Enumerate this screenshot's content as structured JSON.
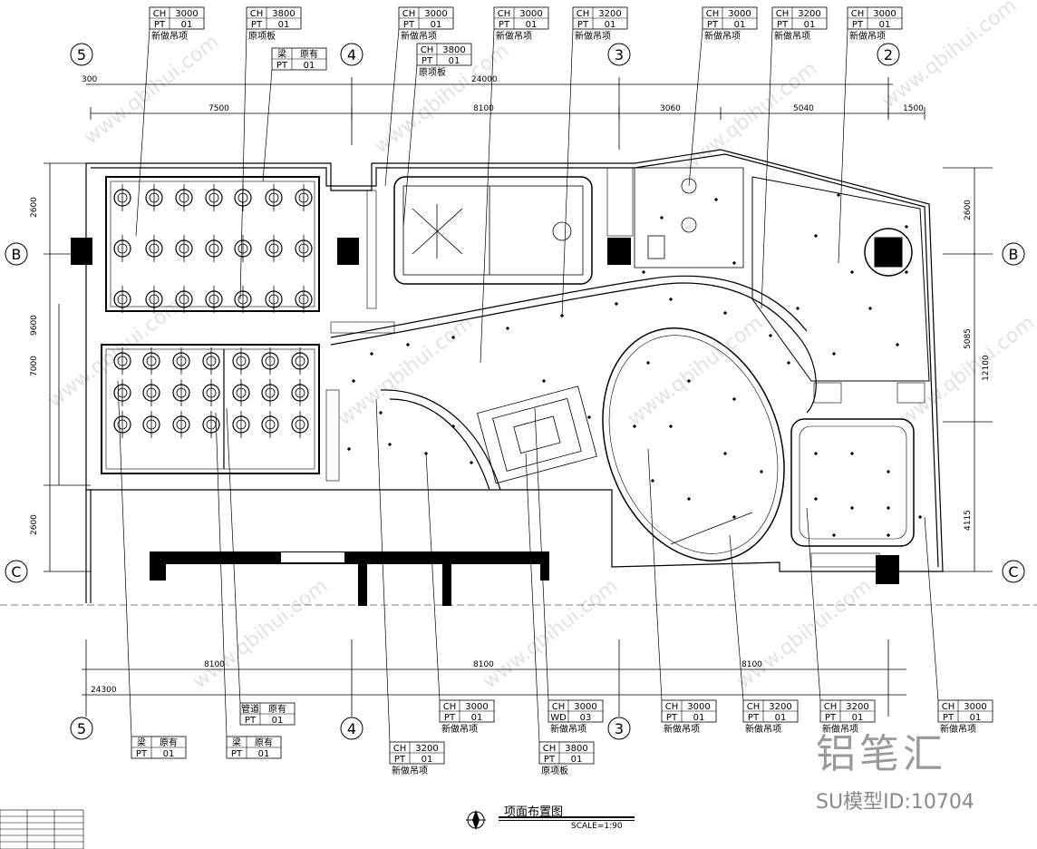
{
  "drawing": {
    "title": "项面布置图",
    "scale": "SCALE=1:90"
  },
  "brand": {
    "logo_text": "铝笔汇",
    "model_id": "SU模型ID:10704",
    "watermark_url": "www.qbihui.com",
    "watermark_cn": "铝笔汇"
  },
  "axes": {
    "five": "5",
    "four": "4",
    "three": "3",
    "two": "2",
    "b": "B",
    "c": "C"
  },
  "dimensions": {
    "top_total": "24000",
    "top_seg_1": "7500",
    "top_seg_2": "8100",
    "top_seg_3": "3060",
    "top_seg_4": "5040",
    "top_seg_5": "1500",
    "top_left_small": "300",
    "bottom_total": "24300",
    "bottom_seg_1": "8100",
    "bottom_seg_2": "8100",
    "bottom_seg_3": "8100",
    "left_2600_top": "2600",
    "left_9600": "9600",
    "left_7000": "7000",
    "left_2600_bottom": "2600",
    "right_2600": "2600",
    "right_5085": "5085",
    "right_12100": "12100",
    "right_4115": "4115"
  },
  "tags_top": [
    {
      "r1a": "CH",
      "r1b": "3000",
      "r2a": "PT",
      "r2b": "01",
      "note": "新做吊项"
    },
    {
      "r1a": "CH",
      "r1b": "3800",
      "r2a": "PT",
      "r2b": "01",
      "note": "原项板"
    },
    {
      "r1a": "梁",
      "r1b": "原有",
      "r2a": "PT",
      "r2b": "01",
      "note": ""
    },
    {
      "r1a": "CH",
      "r1b": "3000",
      "r2a": "PT",
      "r2b": "01",
      "note": "新做吊项"
    },
    {
      "r1a": "CH",
      "r1b": "3800",
      "r2a": "PT",
      "r2b": "01",
      "note": "原项板"
    },
    {
      "r1a": "CH",
      "r1b": "3000",
      "r2a": "PT",
      "r2b": "01",
      "note": "新做吊项"
    },
    {
      "r1a": "CH",
      "r1b": "3200",
      "r2a": "PT",
      "r2b": "01",
      "note": "新做吊项"
    },
    {
      "r1a": "CH",
      "r1b": "3000",
      "r2a": "PT",
      "r2b": "01",
      "note": "新做吊项"
    },
    {
      "r1a": "CH",
      "r1b": "3200",
      "r2a": "PT",
      "r2b": "01",
      "note": "新做吊项"
    },
    {
      "r1a": "CH",
      "r1b": "3000",
      "r2a": "PT",
      "r2b": "01",
      "note": "新做吊项"
    }
  ],
  "tags_bottom": [
    {
      "r1a": "CH",
      "r1b": "3000",
      "r2a": "PT",
      "r2b": "01",
      "note": "新做吊项"
    },
    {
      "r1a": "CH",
      "r1b": "3000",
      "r2a": "WD",
      "r2b": "03",
      "note": "新做吊项"
    },
    {
      "r1a": "CH",
      "r1b": "3000",
      "r2a": "PT",
      "r2b": "01",
      "note": "新做吊项"
    },
    {
      "r1a": "CH",
      "r1b": "3200",
      "r2a": "PT",
      "r2b": "01",
      "note": "新做吊项"
    },
    {
      "r1a": "CH",
      "r1b": "3200",
      "r2a": "PT",
      "r2b": "01",
      "note": "新做吊项"
    },
    {
      "r1a": "CH",
      "r1b": "3000",
      "r2a": "PT",
      "r2b": "01",
      "note": "新做吊项"
    },
    {
      "r1a": "管道",
      "r1b": "原有",
      "r2a": "PT",
      "r2b": "01",
      "note": ""
    },
    {
      "r1a": "梁",
      "r1b": "原有",
      "r2a": "PT",
      "r2b": "01",
      "note": ""
    },
    {
      "r1a": "梁",
      "r1b": "原有",
      "r2a": "PT",
      "r2b": "01",
      "note": ""
    },
    {
      "r1a": "CH",
      "r1b": "3200",
      "r2a": "PT",
      "r2b": "01",
      "note": "新做吊项"
    },
    {
      "r1a": "CH",
      "r1b": "3800",
      "r2a": "PT",
      "r2b": "01",
      "note": "原项板"
    }
  ]
}
